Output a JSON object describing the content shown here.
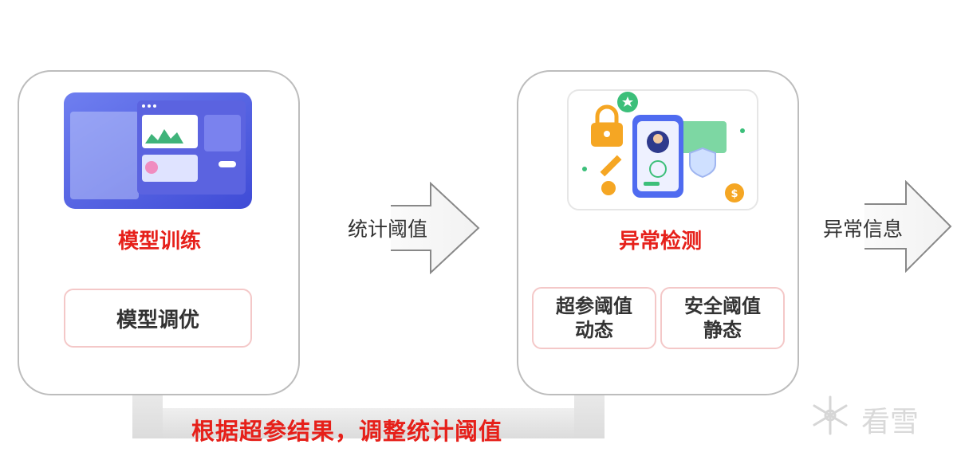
{
  "nodes": {
    "training": {
      "title": "模型训练",
      "sub_label": "模型调优"
    },
    "detection": {
      "title": "异常检测",
      "sub_left": [
        "超参阈值",
        "动态"
      ],
      "sub_right": [
        "安全阈值",
        "静态"
      ]
    }
  },
  "edges": {
    "arrow1_label": "统计阈值",
    "arrow2_label": "异常信息"
  },
  "feedback": {
    "label": "根据超参结果，调整统计阈值"
  },
  "watermark": {
    "text": "看雪"
  },
  "colors": {
    "accent_red": "#e6201a",
    "border_gray": "#bdbdbd",
    "sub_border": "#f4c8c8",
    "feedback_gray": "#e6e6e6"
  }
}
